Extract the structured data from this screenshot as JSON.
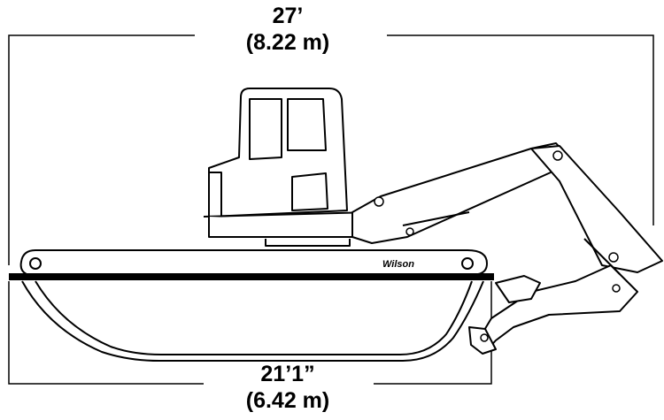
{
  "overall_length": {
    "feet": "27’",
    "meters": "(8.22 m)"
  },
  "pontoon_length": {
    "feet": "21’1”",
    "meters": "(6.42 m)"
  },
  "brand_label": "Wilson"
}
